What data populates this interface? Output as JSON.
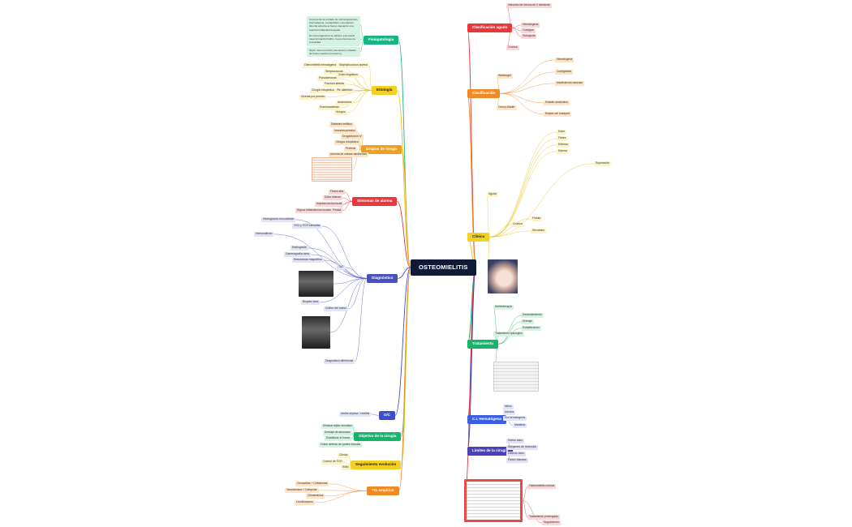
{
  "center": "OSTEOMIELITIS",
  "branches": [
    {
      "label": "Fisiopatología",
      "color": "#18b484",
      "side": "left",
      "notes": [
        "Una puerta de entrada de microorganismos (hematógena, contigüidad o inoculación directa) alcanza el hueso causando una reacción inflamatoria aguda",
        "El microorganismo se adhiere a la matriz ósea formando biofilm, lo que favorece la cronicidad",
        "Tejido óseo necrótico (secuestro) rodeado de hueso reactivo (involucro)"
      ]
    },
    {
      "label": "Etiología",
      "color": "#e6c21a",
      "side": "left",
      "items": [
        "Osteomielitis hematógena",
        "Staphylococcus aureus",
        "Streptococcus",
        "Gram negativos",
        "Pseudomonas",
        "Fractura abierta",
        "Cirugía ortopédica",
        "Pie diabético",
        "Úlceras por presión",
        "Anaerobios",
        "Enterobacterias",
        "Hongos"
      ]
    },
    {
      "label": "Grupos de riesgo",
      "color": "#f0a020",
      "side": "left",
      "items": [
        "Diabetes mellitus",
        "Inmunosupresión",
        "Drogadicción IV",
        "Cirugía ortopédica",
        "Prótesis",
        "Anemia de células falciformes"
      ]
    },
    {
      "label": "Síntomas de alarma",
      "color": "#e8383a",
      "side": "left",
      "items": [
        "Fiebre alta",
        "Dolor intenso",
        "Impotencia funcional",
        "Signos inflamatorios locales",
        "Fístula"
      ]
    },
    {
      "label": "Diagnóstico",
      "color": "#4a52b8",
      "side": "left",
      "items": [
        "Hemograma: leucocitosis",
        "VSG y PCR elevadas",
        "Hemocultivos",
        "Radiografía",
        "Gammagrafía ósea",
        "Resonancia magnética",
        "TAC",
        "Biopsia ósea",
        "Cultivo del hueso",
        "Diagnóstico diferencial"
      ]
    },
    {
      "label": "D/C",
      "color": "#3a4fcf",
      "side": "left",
      "items": [
        "Artritis séptica / celulitis"
      ]
    },
    {
      "label": "Objetivo de la cirugía",
      "color": "#18b46c",
      "side": "left",
      "items": [
        "Eliminar tejido necrótico",
        "Drenaje de abscesos",
        "Estabilizar el hueso",
        "Cubrir defecto de partes blandas"
      ]
    },
    {
      "label": "Seguimiento evolución",
      "color": "#e6c21a",
      "side": "left",
      "items": [
        "Clínica",
        "Control de PCR",
        "RMN"
      ]
    },
    {
      "label": "Tto empírico",
      "color": "#f08a24",
      "side": "left",
      "items": [
        "Cloxacilina + Cefotaxima",
        "Vancomicina + Cefepime",
        "Clindamicina",
        "Levofloxacino"
      ]
    },
    {
      "label": "Clasificación agudo",
      "color": "#e8383a",
      "side": "right",
      "items": [
        "Infección de menos de 2 semanas",
        "Hematógena",
        "Contigua",
        "Subaguda",
        "Crónica"
      ]
    },
    {
      "label": "Clasificación",
      "color": "#f08a24",
      "side": "right",
      "items": [
        "Waldvogel",
        "Hematógena",
        "Contigüidad",
        "Insuficiencia vascular",
        "Cierny-Mader",
        "Estadio anatómico",
        "Estado del huésped"
      ]
    },
    {
      "label": "Clínica",
      "color": "#e6c21a",
      "side": "right",
      "items": [
        "Aguda",
        "Dolor",
        "Fiebre",
        "Eritema",
        "Edema",
        "Crónica",
        "Fístula",
        "Secuestro",
        "Supuración"
      ]
    },
    {
      "label": "Tratamiento",
      "color": "#18b46c",
      "side": "right",
      "items": [
        "Antibioterapia",
        "Tratamiento quirúrgico",
        "Desbridamiento",
        "Drenaje",
        "Estabilización"
      ]
    },
    {
      "label": "C.I. Hematógena",
      "color": "#3a5fe0",
      "side": "right",
      "items": [
        "Niños",
        "Adultos",
        "Vía hematógena",
        "Metáfisis"
      ]
    },
    {
      "label": "Límites de la cirugía",
      "color": "#4a40b8",
      "side": "right",
      "items": [
        "Hueso sano",
        "Márgenes de resección",
        "Defecto óseo",
        "Partes blandas"
      ]
    },
    {
      "label": "",
      "color": "#e8383a",
      "side": "right",
      "items": [
        "Osteomielitis crónica",
        "Tratamiento prolongado",
        "Seguimiento"
      ]
    }
  ]
}
